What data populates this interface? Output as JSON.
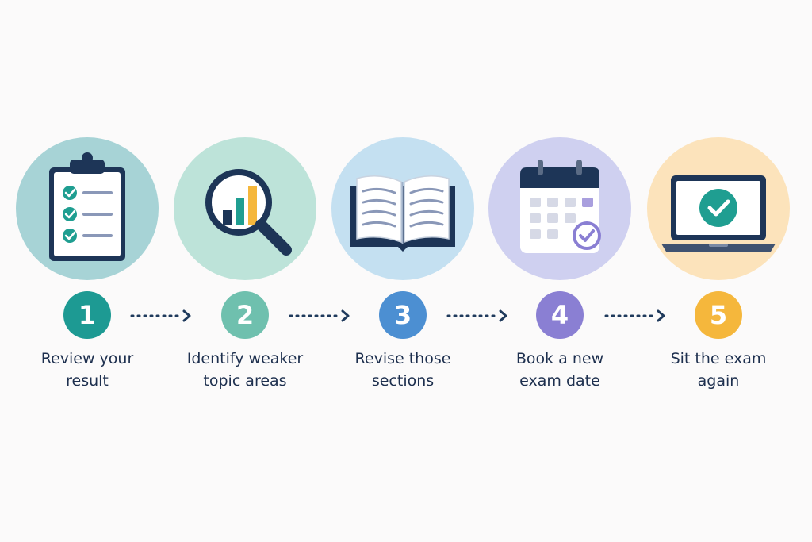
{
  "steps": [
    {
      "number": "1",
      "icon": "clipboard-checklist-icon",
      "line1": "Review your",
      "line2": "result",
      "circle_color": "#a7d3d6",
      "badge_color": "#1d9a93"
    },
    {
      "number": "2",
      "icon": "magnifier-chart-icon",
      "line1": "Identify weaker",
      "line2": "topic areas",
      "circle_color": "#bde3d9",
      "badge_color": "#6fc0ae"
    },
    {
      "number": "3",
      "icon": "open-book-icon",
      "line1": "Revise those",
      "line2": "sections",
      "circle_color": "#c4e0f1",
      "badge_color": "#4c8fd2"
    },
    {
      "number": "4",
      "icon": "calendar-check-icon",
      "line1": "Book a new",
      "line2": "exam date",
      "circle_color": "#cfd0f0",
      "badge_color": "#8a7fd3"
    },
    {
      "number": "5",
      "icon": "laptop-check-icon",
      "line1": "Sit the exam",
      "line2": "again",
      "circle_color": "#fce3bb",
      "badge_color": "#f5b73c"
    }
  ],
  "colors": {
    "navy": "#1d3557",
    "teal": "#1f9e91",
    "connector": "#1f3a5c"
  }
}
